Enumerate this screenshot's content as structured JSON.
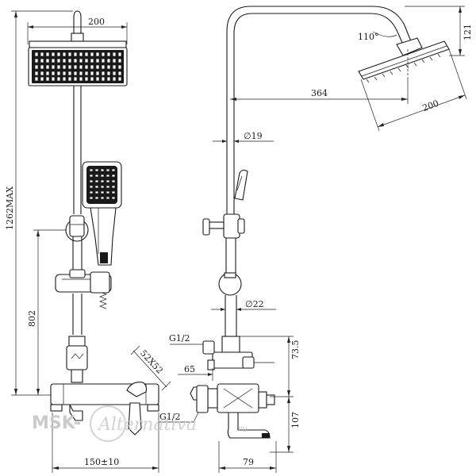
{
  "dimensions": {
    "head_width_front": "200",
    "total_height": "1262MAX",
    "slider_height": "802",
    "mixer_width": "150±10",
    "nut_size": "52X52",
    "head_angle": "110°",
    "head_drop": "121",
    "arm_length": "364",
    "head_width_side": "200",
    "pipe_upper_diameter": "∅19",
    "pipe_lower_diameter": "∅22",
    "inlet_thread_top": "G1/2",
    "inlet_thread_bottom": "G1/2",
    "side_offset_65": "65",
    "height_73_5": "73.5",
    "height_107": "107",
    "depth_79": "79"
  },
  "watermark": {
    "brand": "MSK-",
    "script": "Alternativa",
    "suffix": ".ru"
  }
}
